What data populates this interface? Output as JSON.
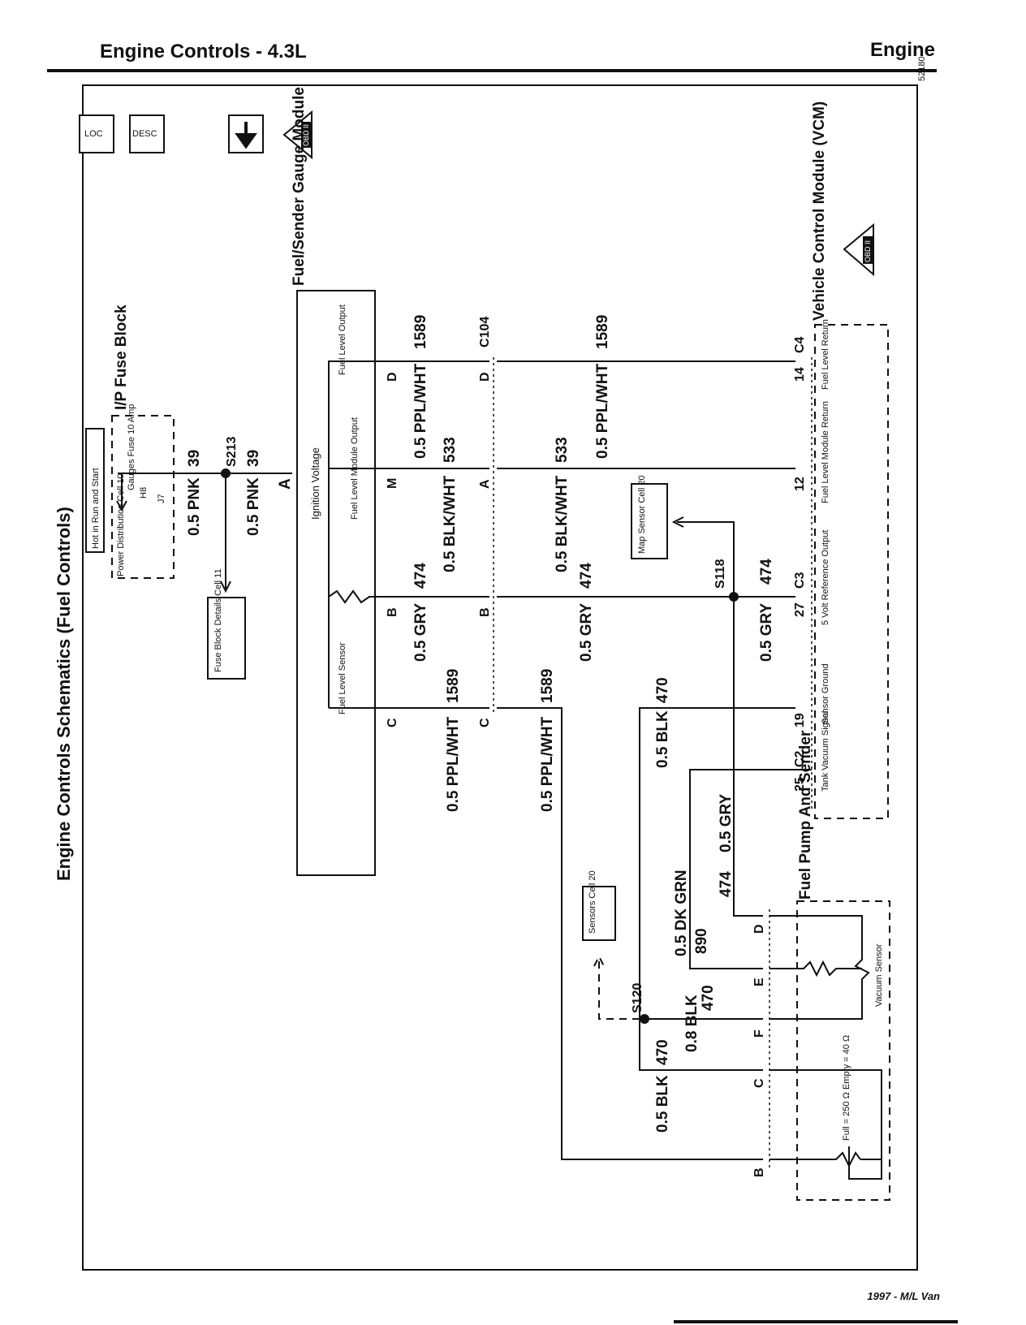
{
  "header": {
    "title": "Engine Controls - 4.3L",
    "section": "Engine"
  },
  "figure_number": "52180",
  "page_title": "Engine Controls Schematics (Fuel Controls)",
  "footer": "1997 - M/L Van",
  "icons": {
    "loc": "LOC",
    "desc": "DESC",
    "obd_symbol": "OBD II"
  },
  "fuse_block": {
    "title": "I/P Fuse Block",
    "hot_label": "Hot in Run and Start",
    "fuse_name": "Gauges Fuse 10 Amp",
    "pin_in": "H8",
    "pin_out": "J7",
    "power_ref": "Power Distribution Cell 10"
  },
  "refs": {
    "fuse_block_details": "Fuse Block Details Cell 11",
    "map_sensor": "Map Sensor Cell 20",
    "sensors": "Sensors Cell 20"
  },
  "splices": {
    "s213": "S213",
    "s118": "S118",
    "s120": "S120"
  },
  "connector_c104": "C104",
  "gauge_module": {
    "title": "Fuel/Sender Gauge Module",
    "ignition": "Ignition Voltage",
    "pin_a": "A",
    "fuel_level_output": "Fuel Level Output",
    "module_output": "Fuel Level Module Output",
    "fuel_level_sensor": "Fuel Level Sensor"
  },
  "vcm": {
    "title": "Vehicle Control Module (VCM)",
    "c4": "C4",
    "c3": "C3",
    "c2": "C2",
    "pins": [
      {
        "num": "14",
        "label": "Fuel Level Return"
      },
      {
        "num": "12",
        "label": "Fuel Level Module Return"
      },
      {
        "num": "27",
        "label": "5 Volt Reference Output"
      },
      {
        "num": "19",
        "label": "Sensor Ground"
      },
      {
        "num": "25",
        "label": "Tank Vacuum Signal"
      }
    ]
  },
  "pump": {
    "title": "Fuel Pump And Sender",
    "vacuum_sensor": "Vacuum Sensor",
    "resistance": "Full = 250 Ω Empty = 40 Ω"
  },
  "wires": {
    "pnk": "0.5 PNK",
    "c39": "39",
    "ppl_wht": "0.5 PPL/WHT",
    "c1589": "1589",
    "blk_wht": "0.5 BLK/WHT",
    "c533": "533",
    "gry": "0.5 GRY",
    "c474": "474",
    "blk": "0.5 BLK",
    "c470": "470",
    "dk_grn": "0.5 DK GRN",
    "c890": "890",
    "blk08": "0.8 BLK"
  },
  "pins": {
    "d": "D",
    "m": "M",
    "b": "B",
    "c": "C",
    "a": "A",
    "e": "E",
    "f": "F"
  }
}
